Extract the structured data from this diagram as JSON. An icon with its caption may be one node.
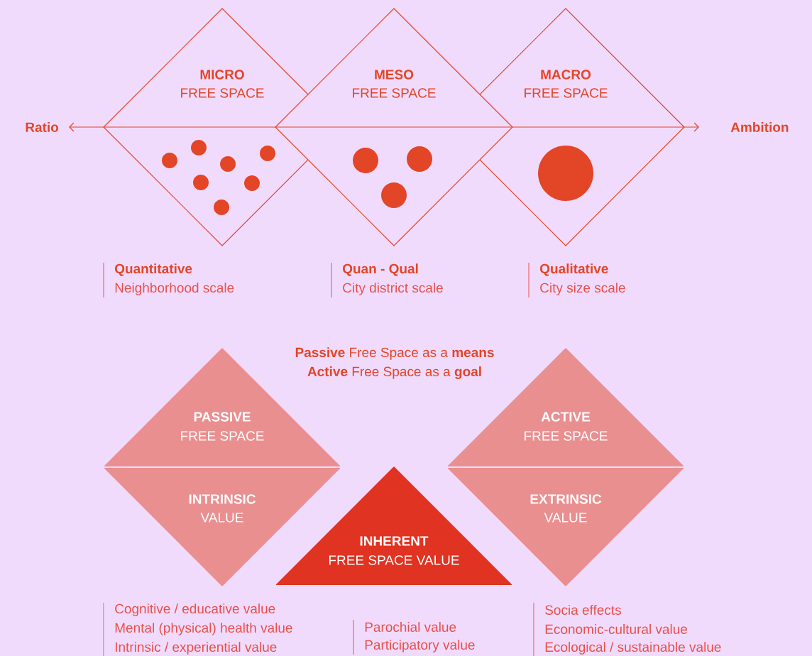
{
  "diagram": {
    "nodes": [
      {
        "text": [
          "MICRO",
          "FREE SPACE"
        ],
        "beside": [
          "Quantitative",
          "Neighborhood scale"
        ]
      },
      {
        "text": [
          "MESO",
          "FREE SPACE"
        ],
        "beside": [
          "Quan - Qual",
          "City district scale"
        ]
      },
      {
        "text": [
          "MACRO",
          "FREE SPACE"
        ],
        "beside": [
          "Qualitative",
          "City size scale"
        ]
      },
      {
        "text": [
          "PASSIVE",
          "FREE SPACE"
        ]
      },
      {
        "text": [
          "INTRINSIC",
          "VALUE"
        ],
        "beside": [
          "Cognitive / educative value",
          "Mental (physical) health value",
          "Intrinsic / experiential value"
        ]
      },
      {
        "text": [
          "ACTIVE",
          "FREE SPACE"
        ]
      },
      {
        "text": [
          "EXTRINSIC",
          "VALUE"
        ],
        "beside": [
          "Socia effects",
          "Economic-cultural value",
          "Ecological / sustainable value"
        ]
      },
      {
        "text": [
          "INHERENT",
          "FREE SPACE VALUE"
        ],
        "beside": [
          "Parochial value",
          "Participatory value"
        ]
      }
    ],
    "labels": [
      "Ratio",
      "Ambition",
      "**Passive** Free Space as a **means**",
      "**Active** Free Space as a **goal**"
    ]
  }
}
